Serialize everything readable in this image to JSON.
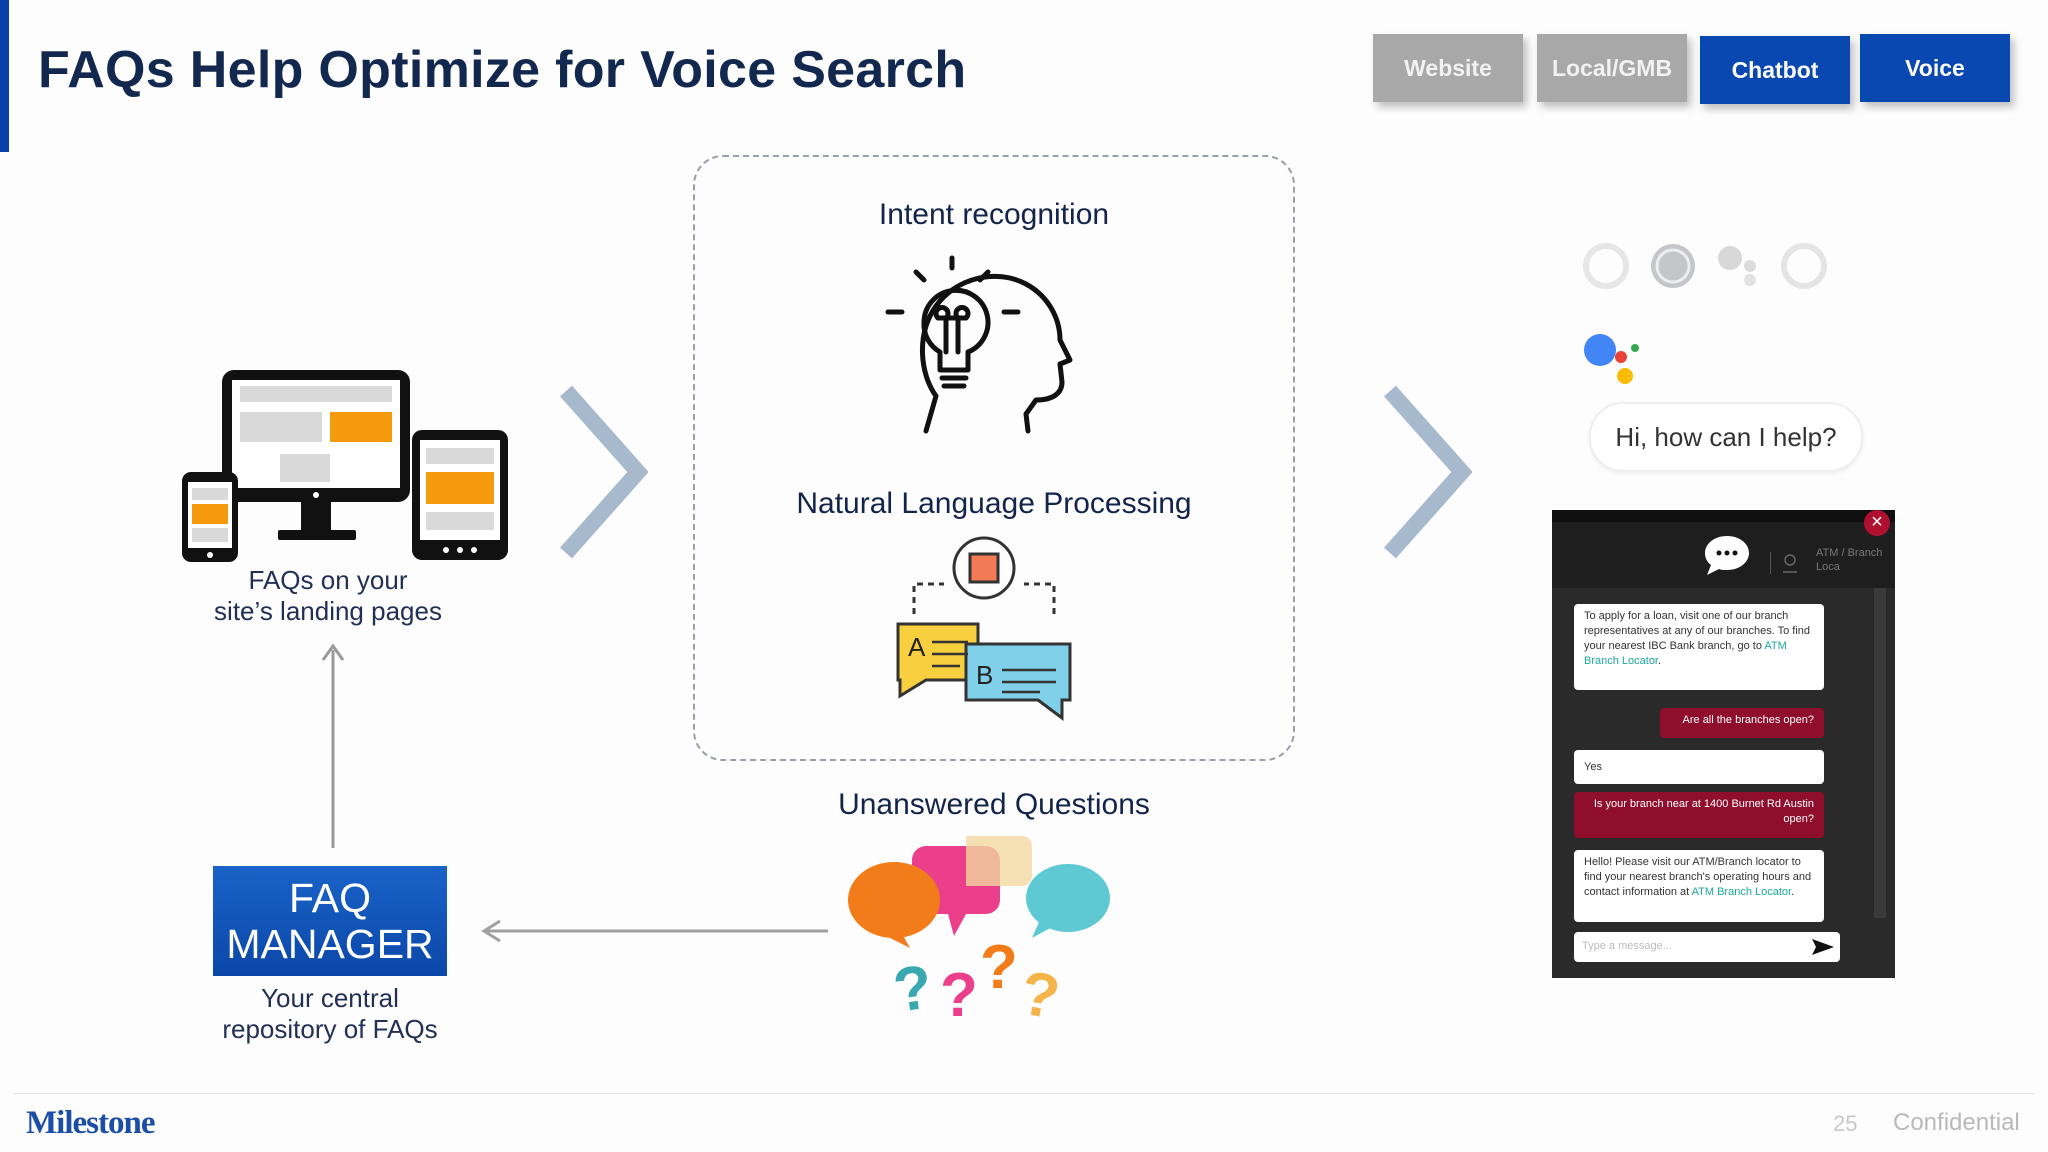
{
  "slide": {
    "title": "FAQs Help Optimize for Voice Search",
    "page_number": "25",
    "confidential": "Confidential",
    "logo_text": "Milestone"
  },
  "tabs": [
    {
      "label": "Website",
      "state": "grey"
    },
    {
      "label": "Local/GMB",
      "state": "grey"
    },
    {
      "label": "Chatbot",
      "state": "blue"
    },
    {
      "label": "Voice",
      "state": "blue"
    }
  ],
  "devices": {
    "caption_line1": "FAQs on your",
    "caption_line2": "site’s landing pages"
  },
  "process": {
    "intent_label": "Intent recognition",
    "nlp_label": "Natural Language Processing",
    "nlp_bubble_a": "A",
    "nlp_bubble_b": "B",
    "unanswered_label": "Unanswered Questions"
  },
  "faq_manager": {
    "line1": "FAQ",
    "line2": "MANAGER",
    "caption_line1": "Your central",
    "caption_line2": "repository of FAQs"
  },
  "voice": {
    "assistant_prompt": "Hi, how can I help?"
  },
  "chatbot": {
    "header_text": "ATM / Branch Loca",
    "messages": [
      {
        "from": "bot",
        "text": "To apply for a loan, visit one of our branch representatives at any of our branches. To find your nearest IBC Bank branch, go to ",
        "link": "ATM Branch Locator",
        "after": "."
      },
      {
        "from": "user",
        "text": "Are all the branches open?"
      },
      {
        "from": "bot",
        "text": "Yes"
      },
      {
        "from": "user",
        "text": "Is your branch near at 1400 Burnet Rd Austin open?"
      },
      {
        "from": "bot",
        "text": "Hello! Please visit our ATM/Branch locator to find your nearest branch's operating hours and contact information at ",
        "link": "ATM Branch Locator",
        "after": "."
      }
    ],
    "input_placeholder": "Type a message..."
  },
  "colors": {
    "brand_blue": "#0948b0",
    "chevron": "#a7b9cc",
    "chat_red": "#8e0e2c",
    "orange": "#f59a0c"
  }
}
